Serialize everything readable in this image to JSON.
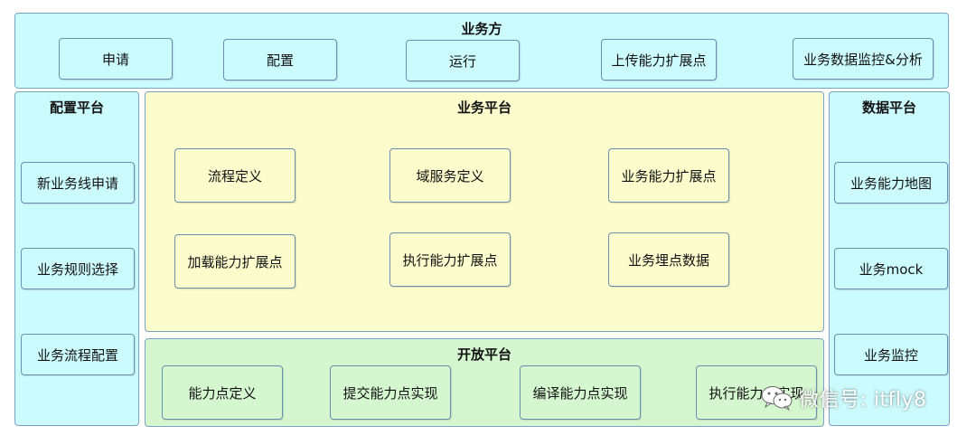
{
  "top": {
    "title": "业务方",
    "items": [
      "申请",
      "配置",
      "运行",
      "上传能力扩展点",
      "业务数据监控&分析"
    ]
  },
  "left": {
    "title": "配置平台",
    "items": [
      "新业务线申请",
      "业务规则选择",
      "业务流程配置"
    ]
  },
  "center": {
    "title": "业务平台",
    "items": [
      "流程定义",
      "域服务定义",
      "业务能力扩展点",
      "加载能力扩展点",
      "执行能力扩展点",
      "业务埋点数据"
    ]
  },
  "right": {
    "title": "数据平台",
    "items": [
      "业务能力地图",
      "业务mock",
      "业务监控"
    ]
  },
  "bottom": {
    "title": "开放平台",
    "items": [
      "能力点定义",
      "提交能力点实现",
      "编译能力点实现",
      "执行能力点实现"
    ]
  },
  "watermark": {
    "text": "微信号: itfly8"
  },
  "colors": {
    "cyan": "#ccfbfd",
    "yellow": "#fcfccc",
    "green": "#d5f7d0",
    "border": "#7aa3c4"
  }
}
